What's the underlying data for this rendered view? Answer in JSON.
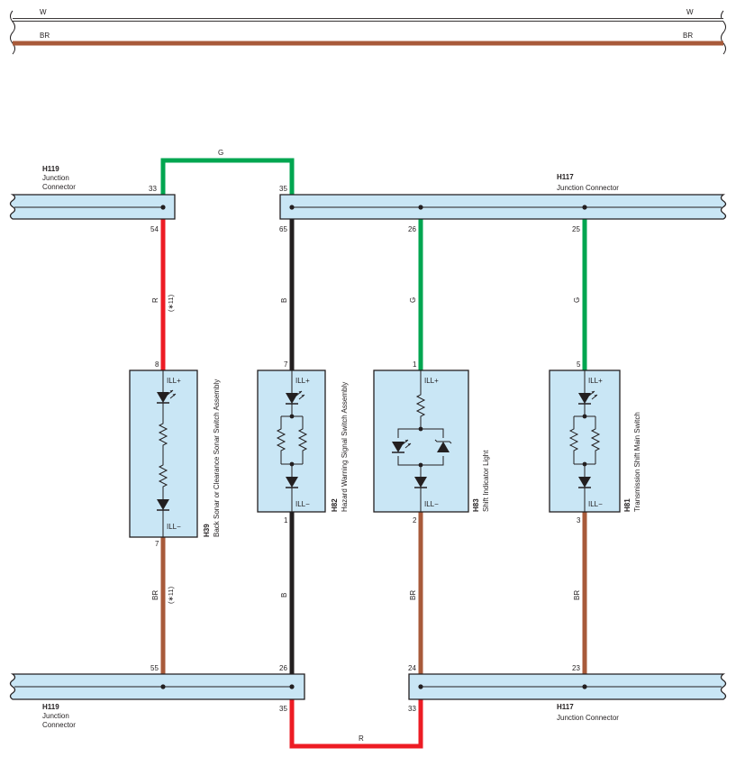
{
  "top_wires": {
    "w": {
      "label_left": "W",
      "label_right": "W",
      "color": "#f2f2f2"
    },
    "br": {
      "label_left": "BR",
      "label_right": "BR",
      "color": "#a85a3a"
    }
  },
  "wire_colors": {
    "G": "#00a650",
    "R": "#ed1c24",
    "B": "#231f20",
    "BR": "#a85a3a",
    "W": "#f2f2f2"
  },
  "connectors": {
    "h119_top": {
      "id": "H119",
      "name_line1": "Junction",
      "name_line2": "Connector",
      "pin_in": "33",
      "pin_out": "54"
    },
    "h117_top": {
      "id": "H117",
      "name": "Junction Connector",
      "pins": [
        "35",
        "65",
        "26",
        "25"
      ]
    },
    "h119_bottom": {
      "id": "H119",
      "name_line1": "Junction",
      "name_line2": "Connector",
      "pin": "55"
    },
    "h82_bottom": {
      "pins": [
        "26",
        "35"
      ]
    },
    "h117_bottom": {
      "id": "H117",
      "name": "Junction Connector",
      "pins": [
        "24",
        "23",
        "33"
      ]
    }
  },
  "wires": {
    "g_top": {
      "label": "G"
    },
    "r_h39_upper": {
      "label": "R",
      "note": "(∗11)"
    },
    "b_h82_upper": {
      "label": "B"
    },
    "g_h83_upper": {
      "label": "G"
    },
    "g_h81_upper": {
      "label": "G"
    },
    "br_h39_lower": {
      "label": "BR",
      "note": "(∗11)"
    },
    "b_h82_lower": {
      "label": "B"
    },
    "br_h83_lower": {
      "label": "BR"
    },
    "br_h81_lower": {
      "label": "BR"
    },
    "r_bottom": {
      "label": "R"
    }
  },
  "components": {
    "h39": {
      "id": "H39",
      "name": "Back Sonar or Clearance Sonar Switch Assembly",
      "pin_top": "8",
      "pin_bottom": "7",
      "term_top": "ILL+",
      "term_bottom": "ILL−"
    },
    "h82": {
      "id": "H82",
      "name": "Hazard Warning Signal Switch Assembly",
      "pin_top": "7",
      "pin_bottom": "1",
      "term_top": "ILL+",
      "term_bottom": "ILL−"
    },
    "h83": {
      "id": "H83",
      "name": "Shift Indicator Light",
      "pin_top": "1",
      "pin_bottom": "2",
      "term_top": "ILL+",
      "term_bottom": "ILL−"
    },
    "h81": {
      "id": "H81",
      "name": "Transmission Shift Main Switch",
      "pin_top": "5",
      "pin_bottom": "3",
      "term_top": "ILL+",
      "term_bottom": "ILL−"
    }
  }
}
